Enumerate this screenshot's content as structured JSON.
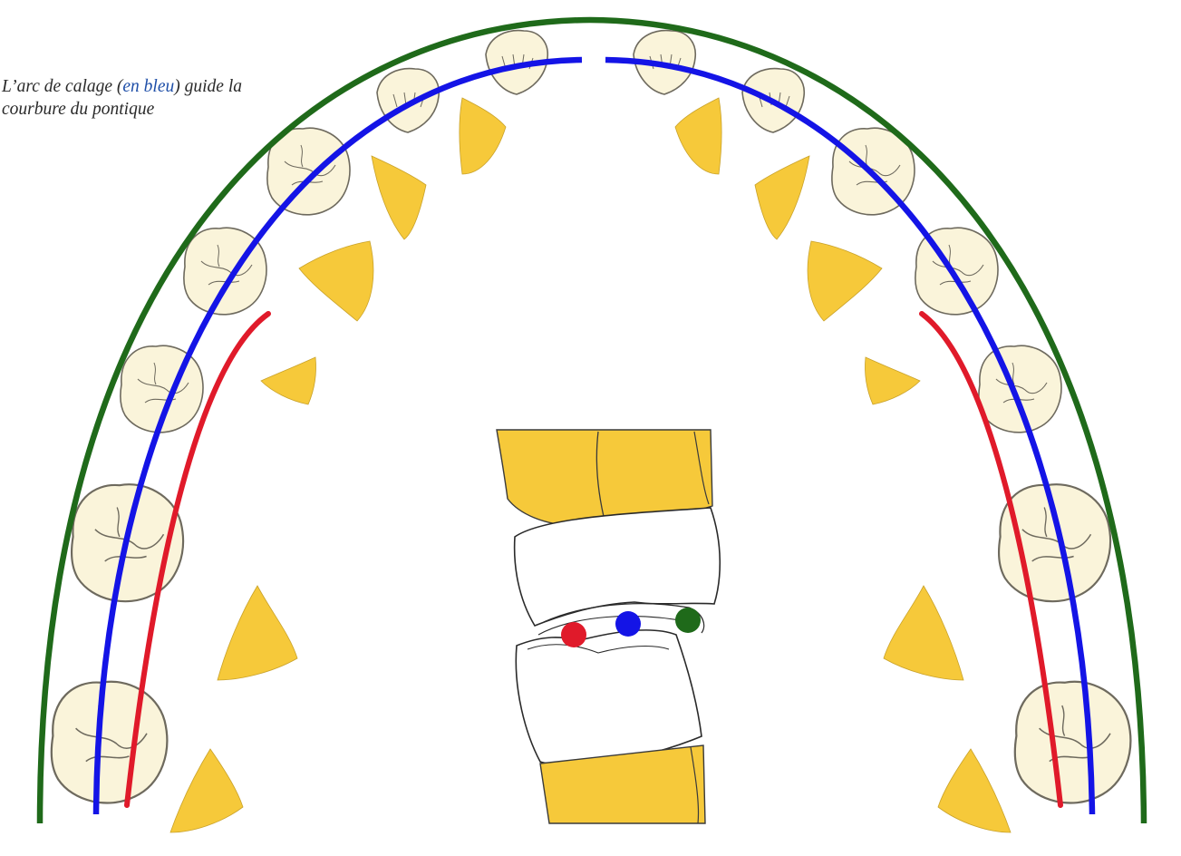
{
  "caption": {
    "before": "L’arc de calage (",
    "highlight": "en bleu",
    "after": ") guide la courbure du pontique"
  },
  "colors": {
    "background": "#ffffff",
    "tooth_fill": "#faf4da",
    "tooth_stroke": "#6e6a5e",
    "gum_yellow": "#f6c93a",
    "caption_text": "#2a2a2a",
    "caption_highlight": "#1f4fa8",
    "arc_outer": "#1f6a1a",
    "arc_middle": "#1414e6",
    "arc_inner": "#e01a2a"
  },
  "arcs": [
    {
      "name": "outer-arc",
      "color": "green"
    },
    {
      "name": "middle-arc",
      "color": "blue"
    },
    {
      "name": "inner-arc",
      "color": "red"
    }
  ],
  "contact_points": [
    {
      "name": "red-contact-point",
      "color": "red"
    },
    {
      "name": "blue-contact-point",
      "color": "blue"
    },
    {
      "name": "green-contact-point",
      "color": "green"
    }
  ]
}
